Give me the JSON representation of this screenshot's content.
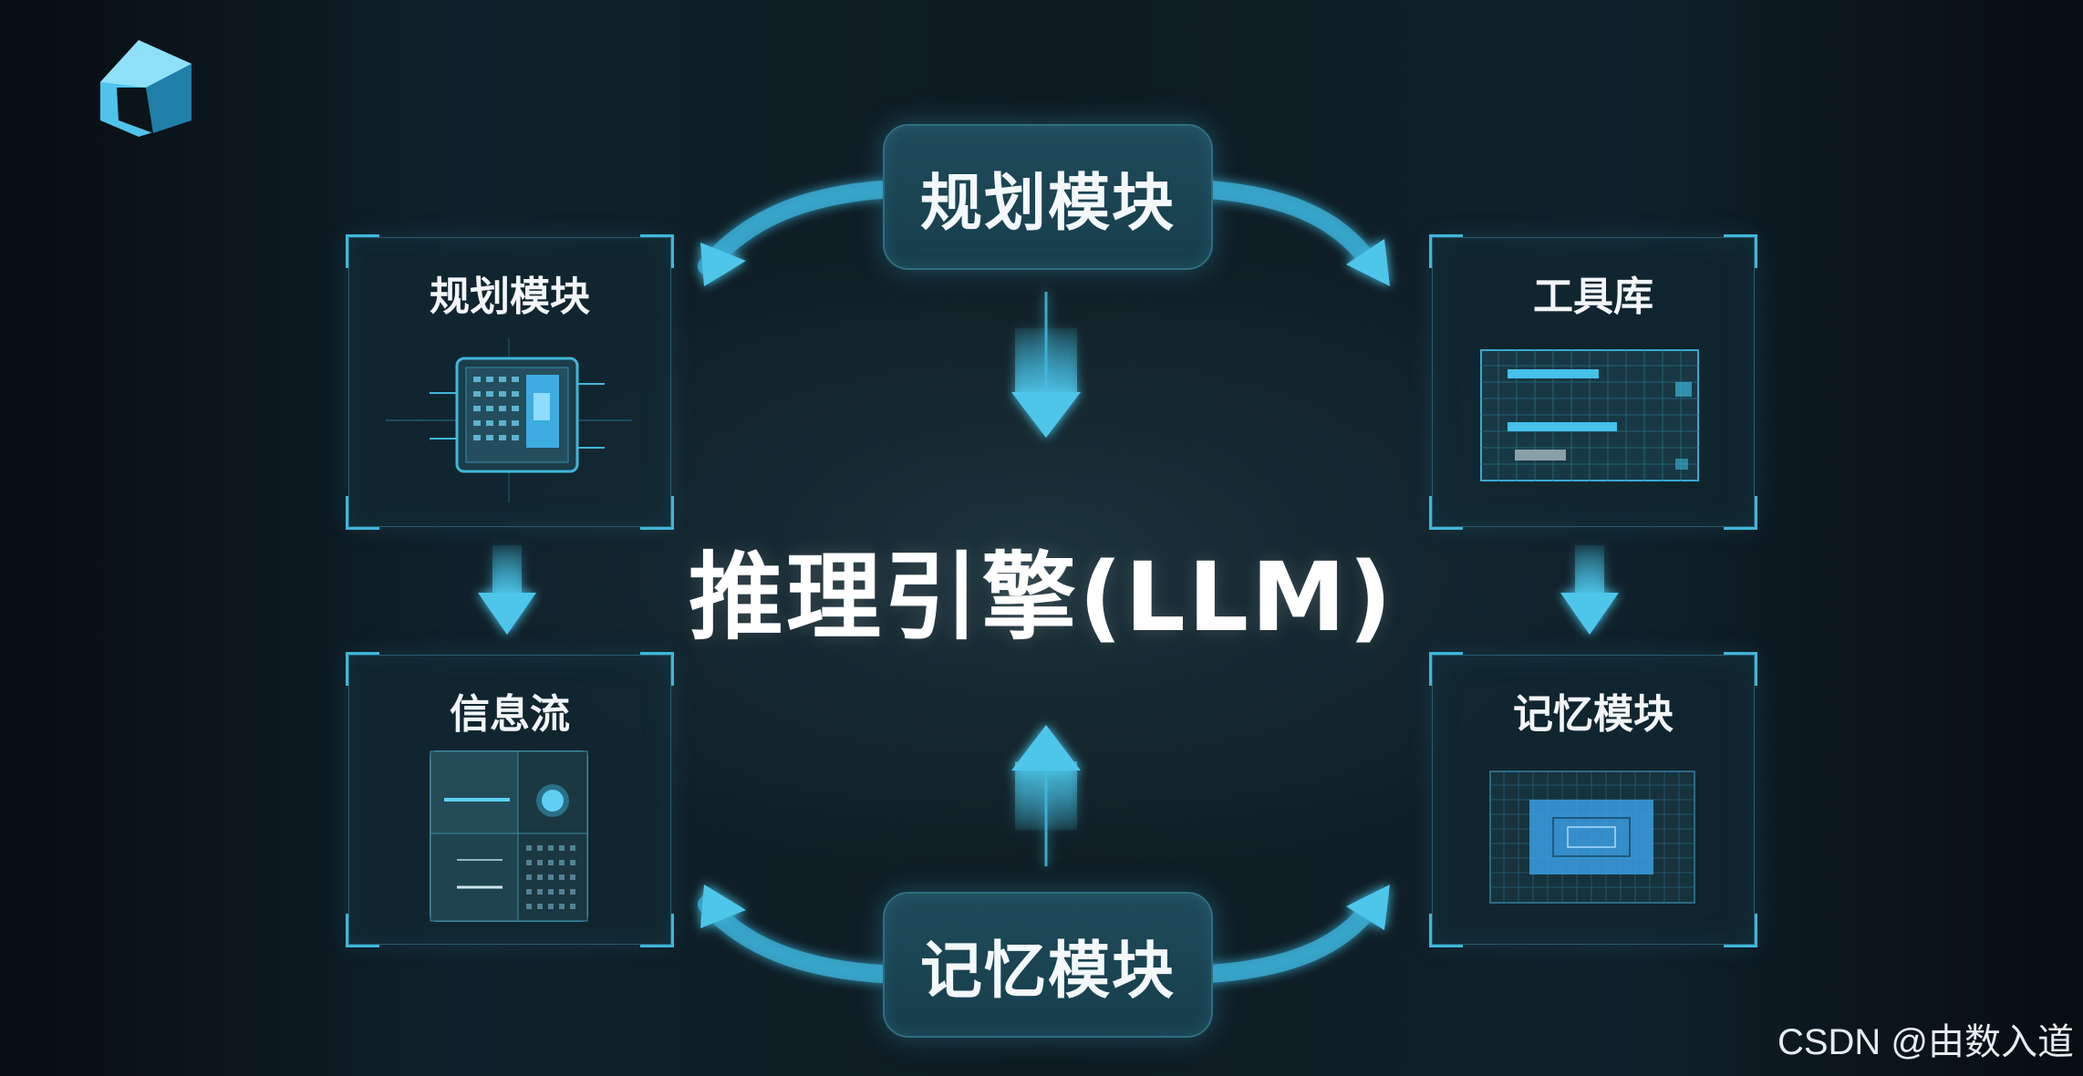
{
  "nodes": {
    "top_pill": "规划模块",
    "bottom_pill": "记忆模块",
    "center": "推理引擎(LLM)",
    "panel_tl": "规划模块",
    "panel_tr": "工具库",
    "panel_bl": "信息流",
    "panel_br": "记忆模块"
  },
  "watermark": "CSDN @由数入道",
  "colors": {
    "accent": "#3fb7d9",
    "pill": "#1f4b5a",
    "background": "#0b1418"
  },
  "icons": [
    "logo-icon",
    "chip-icon",
    "grid-table-icon",
    "dashboard-icon",
    "blueprint-icon"
  ]
}
